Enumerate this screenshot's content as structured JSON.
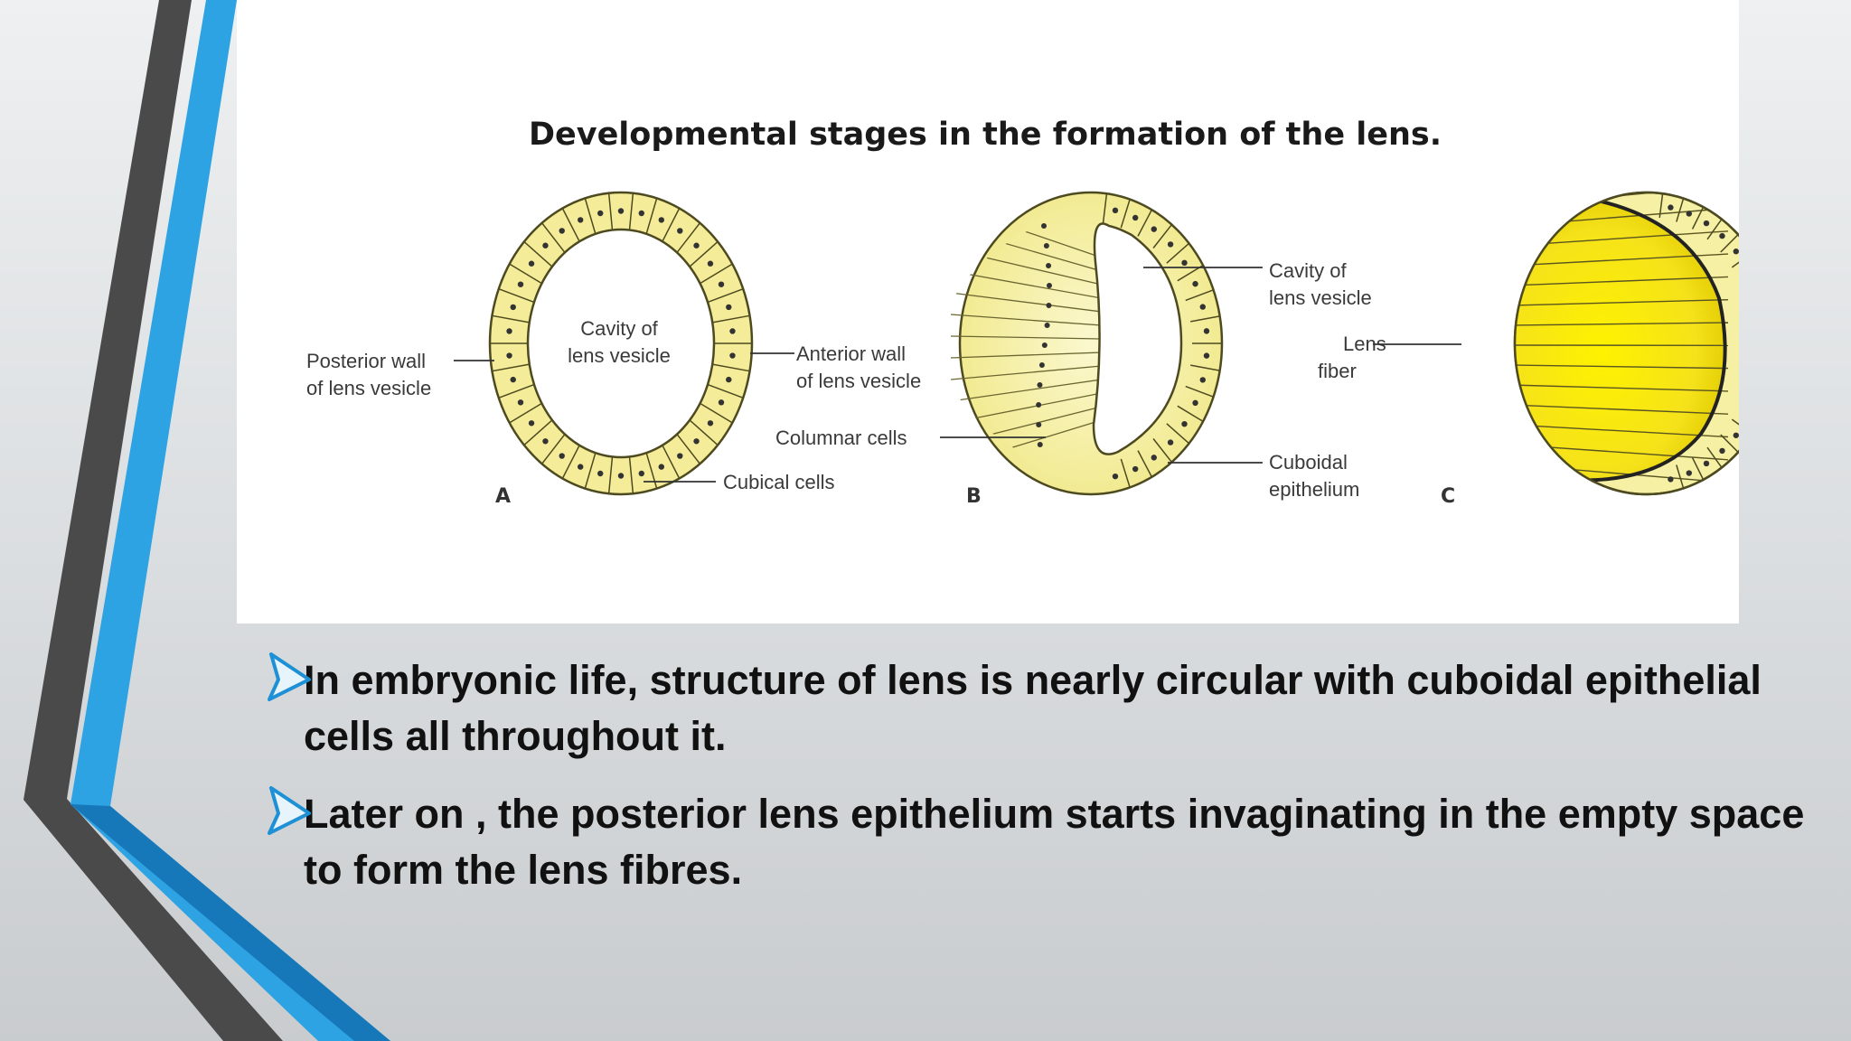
{
  "figure": {
    "title": "Developmental stages in the formation of the lens.",
    "stage_a": {
      "letter": "A",
      "cavity_label": [
        "Cavity of",
        "lens vesicle"
      ],
      "posterior_label": [
        "Posterior wall",
        "of lens vesicle"
      ],
      "anterior_label": [
        "Anterior wall",
        "of lens vesicle"
      ],
      "cubical_label": "Cubical cells"
    },
    "stage_b": {
      "letter": "B",
      "columnar_label": "Columnar cells",
      "cavity_label": [
        "Cavity of",
        "lens vesicle"
      ],
      "cuboidal_label": [
        "Cuboidal",
        "epithelium"
      ]
    },
    "stage_c": {
      "letter": "C",
      "fiber_label": [
        "Lens",
        "fiber"
      ]
    }
  },
  "bullets": [
    "In embryonic life, structure of lens is nearly circular with cuboidal epithelial cells all throughout it.",
    "Later on , the posterior lens epithelium starts invaginating in the empty space to form the lens fibres."
  ],
  "colors": {
    "accent_blue": "#2ea3e3",
    "dark_stripe": "#4a4a4a",
    "cell_fill": "#f6f0a4",
    "fiber_fill": "#f7e600",
    "bullet_arrow": "#1e90d6"
  },
  "icons": {
    "bullet": "arrowhead-bullet-icon"
  }
}
